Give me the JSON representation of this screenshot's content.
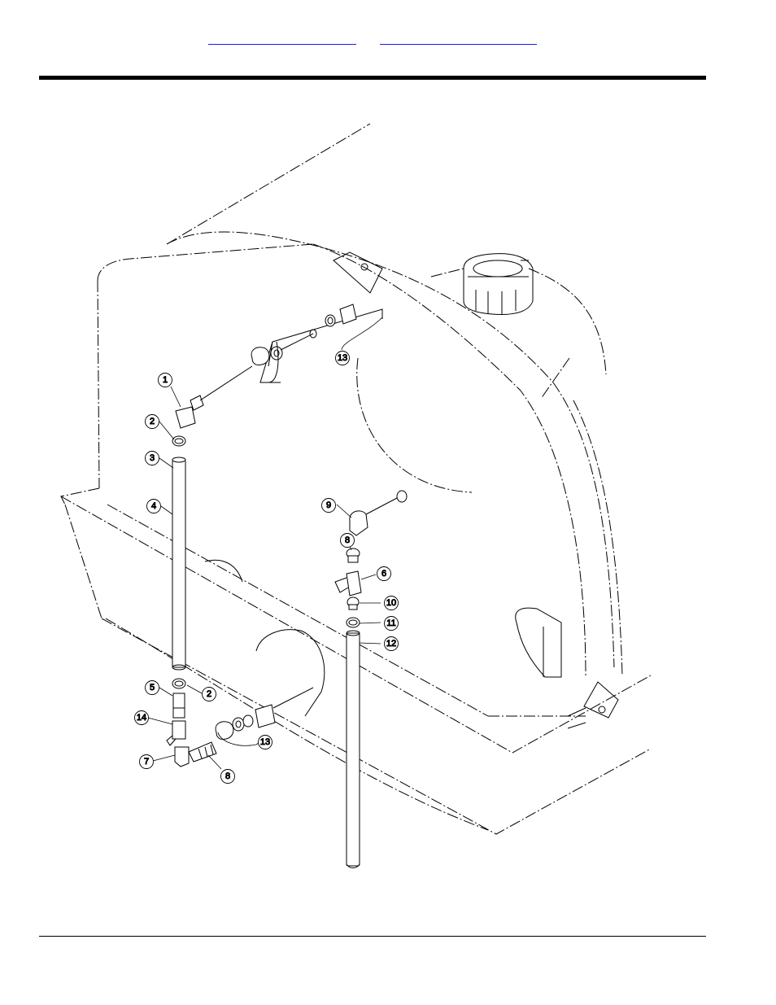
{
  "nav_links": [
    "",
    ""
  ],
  "callouts": [
    {
      "id": "c1",
      "label": "1"
    },
    {
      "id": "c2a",
      "label": "2"
    },
    {
      "id": "c3",
      "label": "3"
    },
    {
      "id": "c4",
      "label": "4"
    },
    {
      "id": "c5",
      "label": "5"
    },
    {
      "id": "c2b",
      "label": "2"
    },
    {
      "id": "c14",
      "label": "14"
    },
    {
      "id": "c7",
      "label": "7"
    },
    {
      "id": "c8a",
      "label": "8"
    },
    {
      "id": "c13a",
      "label": "13"
    },
    {
      "id": "c13b",
      "label": "13"
    },
    {
      "id": "c9",
      "label": "9"
    },
    {
      "id": "c8b",
      "label": "8"
    },
    {
      "id": "c6",
      "label": "6"
    },
    {
      "id": "c10",
      "label": "10"
    },
    {
      "id": "c11",
      "label": "11"
    },
    {
      "id": "c12",
      "label": "12"
    }
  ]
}
